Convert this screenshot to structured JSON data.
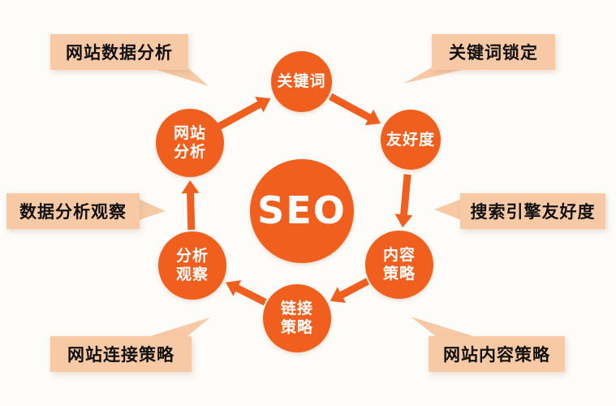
{
  "colors": {
    "accent": "#f05f1e",
    "callout_bg": "#f8c9a5",
    "callout_text": "#111111",
    "node_text": "#ffffff",
    "background": "#fdfcf9"
  },
  "center": {
    "label": "SEO"
  },
  "nodes": [
    {
      "id": "keywords",
      "label": "关键词"
    },
    {
      "id": "friendliness",
      "label": "友好度"
    },
    {
      "id": "content-strategy",
      "label": "内容策略"
    },
    {
      "id": "link-strategy",
      "label": "链接策略"
    },
    {
      "id": "analysis-observation",
      "label": "分析观察"
    },
    {
      "id": "site-analysis",
      "label": "网站分析"
    }
  ],
  "callouts": [
    {
      "id": "site-data-analysis",
      "label": "网站数据分析"
    },
    {
      "id": "keyword-locking",
      "label": "关键词锁定"
    },
    {
      "id": "data-analysis-observation",
      "label": "数据分析观察"
    },
    {
      "id": "search-engine-friendliness",
      "label": "搜索引擎友好度"
    },
    {
      "id": "site-link-strategy",
      "label": "网站连接策略"
    },
    {
      "id": "site-content-strategy",
      "label": "网站内容策略"
    }
  ]
}
